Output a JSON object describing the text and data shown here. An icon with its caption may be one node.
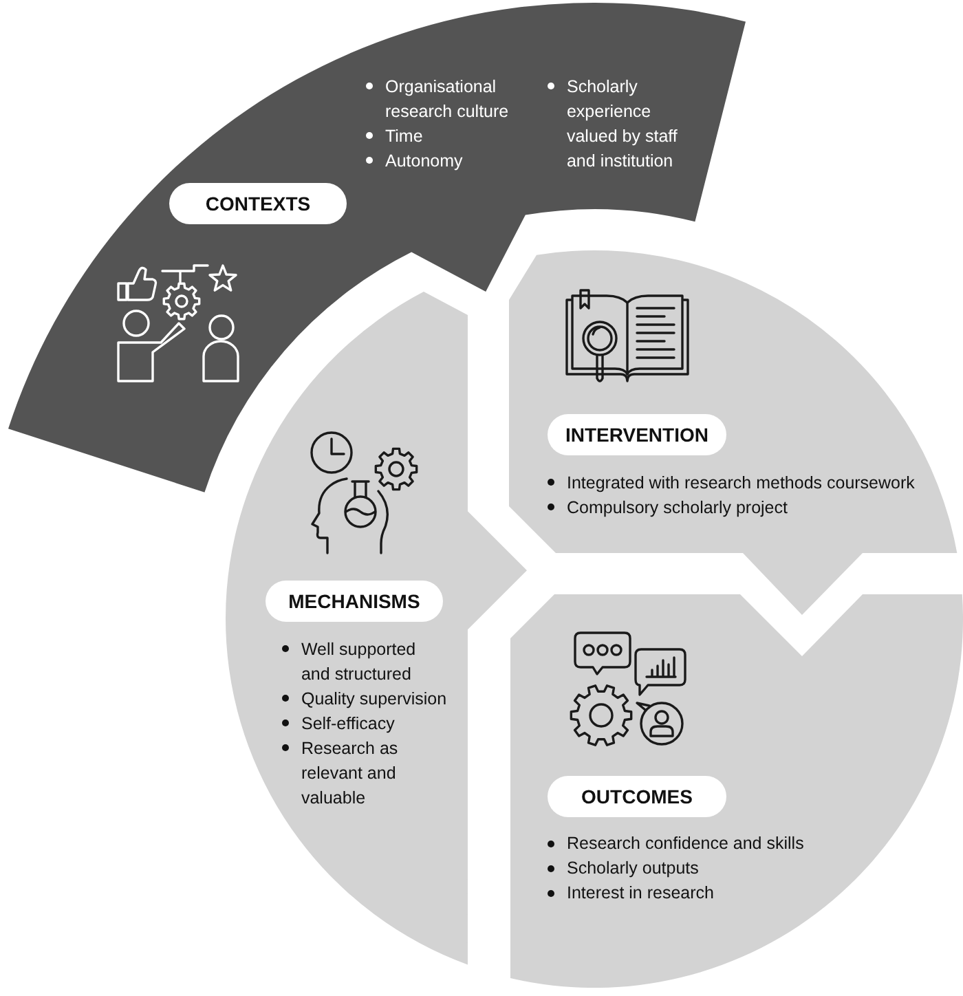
{
  "diagram": {
    "nodes": [
      {
        "text": [
          "Organisational research culture",
          "Time",
          "Autonomy",
          "Scholarly experience valued by staff and institution"
        ]
      },
      {
        "text": [
          "CONTEXTS"
        ],
        "in": 0
      },
      {
        "text": [
          "Integrated with research methods coursework",
          "Compulsory scholarly project"
        ]
      },
      {
        "text": [
          "INTERVENTION"
        ],
        "in": 2
      },
      {
        "text": [
          "Well supported and structured",
          "Quality supervision",
          "Self-efficacy",
          "Research as relevant and valuable"
        ]
      },
      {
        "text": [
          "MECHANISMS"
        ],
        "in": 4
      },
      {
        "text": [
          "Research confidence and skills",
          "Scholarly outputs",
          "Interest in research"
        ]
      },
      {
        "text": [
          "OUTCOMES"
        ],
        "in": 6
      }
    ]
  }
}
